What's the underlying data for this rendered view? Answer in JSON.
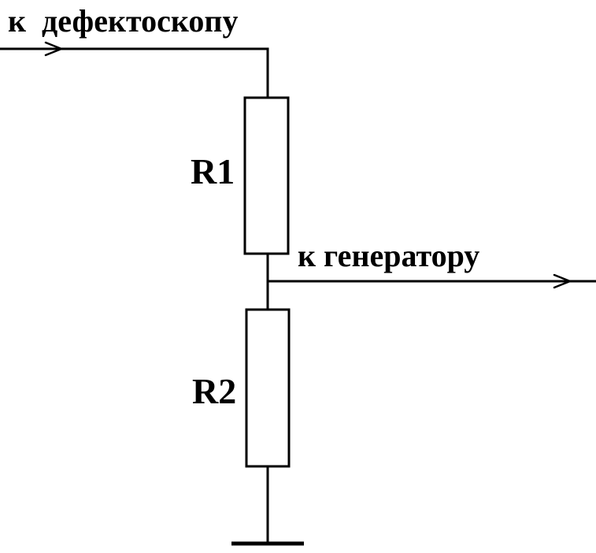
{
  "labels": {
    "to_defectoscope": "к  дефектоскопу",
    "to_generator": "к генератору",
    "r1": "R1",
    "r2": "R2"
  },
  "colors": {
    "line": "#000000",
    "background": "#ffffff"
  }
}
